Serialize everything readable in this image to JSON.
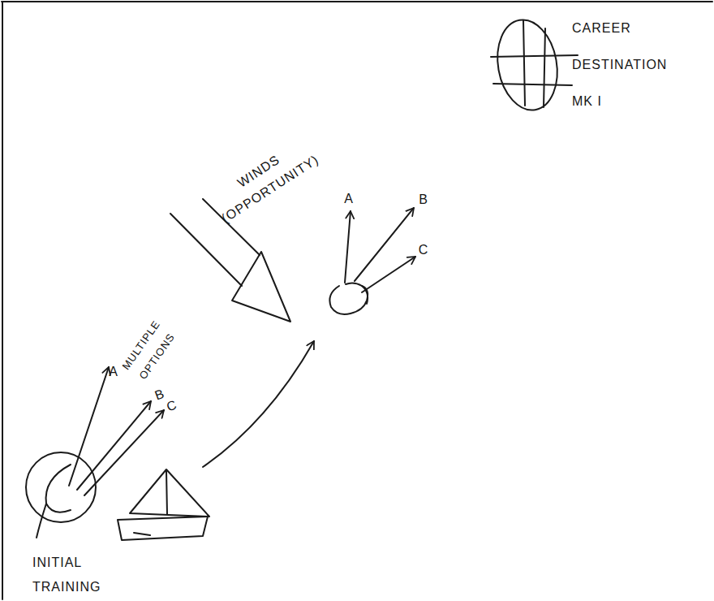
{
  "diagram": {
    "nodes": [
      {
        "text": [
          "CAREER DESTINATION MK I"
        ]
      },
      {
        "text": [
          "INITIAL TRAINING"
        ]
      }
    ],
    "labels": [
      "WINDS (OPPORTUNITY)",
      "A",
      "B",
      "C",
      "A",
      "MULTIPLE OPTIONS",
      "B",
      "C"
    ]
  }
}
